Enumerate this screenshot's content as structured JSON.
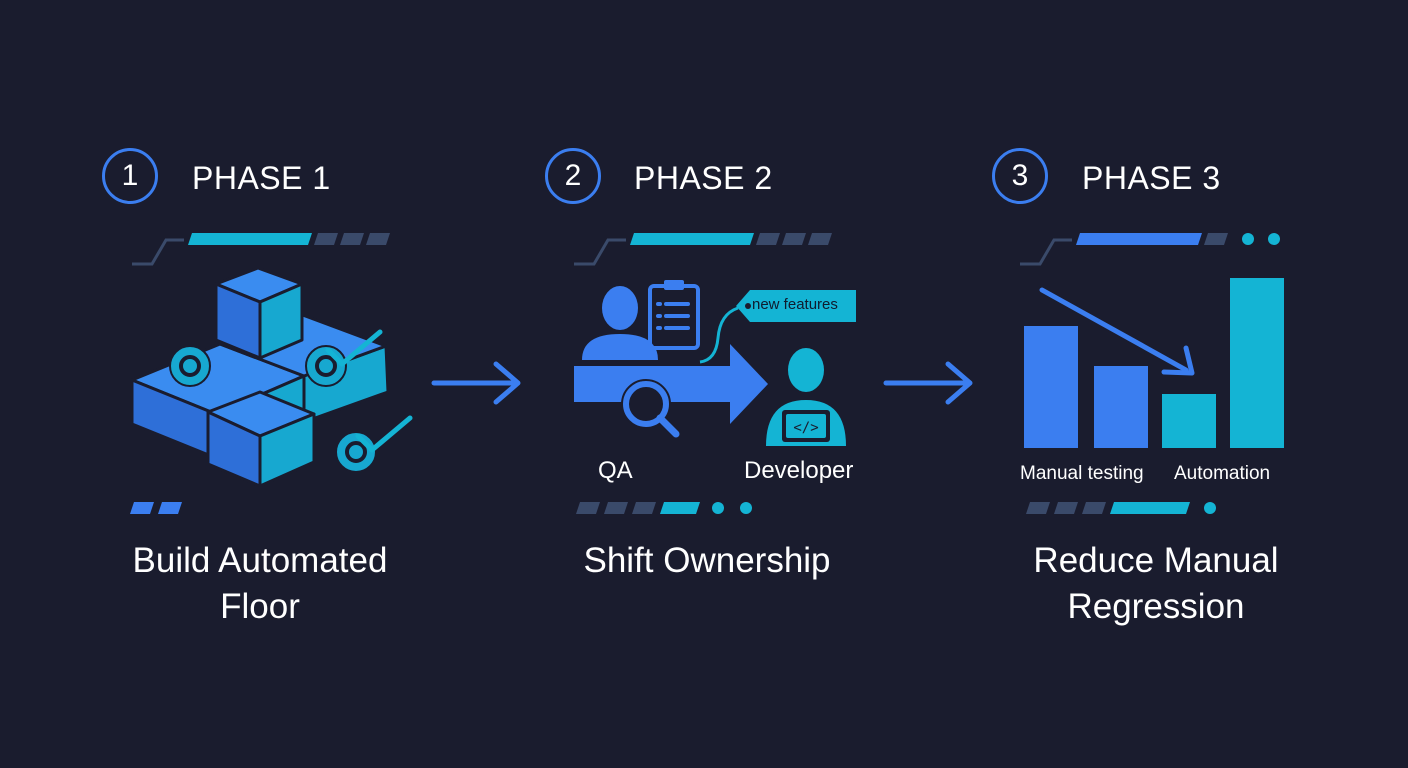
{
  "phases": [
    {
      "number": "1",
      "label": "PHASE 1",
      "title_lines": [
        "Build Automated",
        "Floor"
      ]
    },
    {
      "number": "2",
      "label": "PHASE 2",
      "title_lines": [
        "Shift Ownership"
      ]
    },
    {
      "number": "3",
      "label": "PHASE 3",
      "title_lines": [
        "Reduce Manual",
        "Regression"
      ]
    }
  ],
  "phase2_illustration": {
    "tag": "new features",
    "qa_label": "QA",
    "developer_label": "Developer"
  },
  "phase3_chart": {
    "manual_label": "Manual testing",
    "automation_label": "Automation"
  },
  "colors": {
    "background": "#1a1c2e",
    "blue": "#3b7ef0",
    "cyan": "#14b4d4",
    "slate": "#3a4a6a"
  },
  "icons": [
    "cube-stack-icon",
    "gear-check-icon",
    "person-icon",
    "clipboard-icon",
    "magnifier-icon",
    "developer-laptop-icon",
    "arrow-right-icon"
  ]
}
